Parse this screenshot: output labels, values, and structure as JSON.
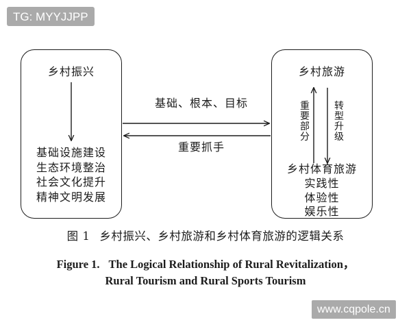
{
  "overlays": {
    "tg_badge": "TG: MYYJJPP",
    "watermark": "www.cqpole.cn",
    "badge_bg": "#aaaaaa",
    "badge_fg": "#ffffff"
  },
  "diagram": {
    "stroke_color": "#1b1b1b",
    "left_box": {
      "title": "乡村振兴",
      "items": [
        "基础设施建设",
        "生态环境整治",
        "社会文化提升",
        "精神文明发展"
      ]
    },
    "right_box": {
      "title": "乡村旅游",
      "subtitle": "乡村体育旅游",
      "items": [
        "实践性",
        "体验性",
        "娱乐性"
      ],
      "arrow_up_label": "重要部分",
      "arrow_down_label": "转型升级"
    },
    "connectors": {
      "top_label": "基础、根本、目标",
      "bottom_label": "重要抓手"
    }
  },
  "captions": {
    "cn_figure_number": "图 1",
    "cn_title": "乡村振兴、乡村旅游和乡村体育旅游的逻辑关系",
    "en_figure_number": "Figure 1.",
    "en_line1": "The Logical Relationship of Rural Revitalization，",
    "en_line2": "Rural Tourism and Rural Sports Tourism"
  }
}
